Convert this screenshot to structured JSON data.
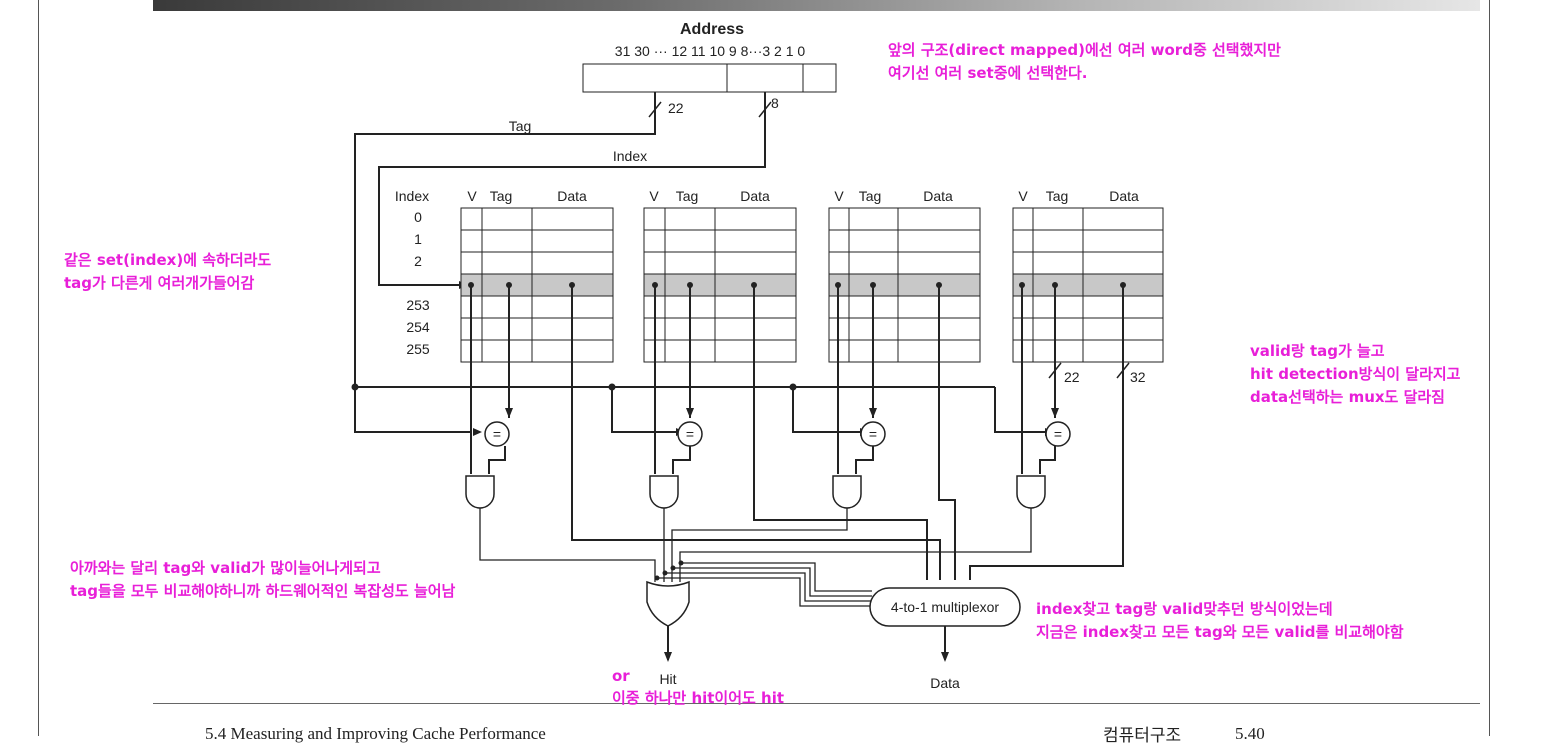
{
  "address": {
    "title": "Address",
    "bits": "31 30 ··· 12 11 10 9 8···3 2 1 0",
    "tag_width": "22",
    "index_width": "8"
  },
  "labels": {
    "tag": "Tag",
    "index": "Index",
    "col_index": "Index",
    "col_v": "V",
    "col_tag": "Tag",
    "col_data": "Data",
    "rows": [
      "0",
      "1",
      "2",
      "253",
      "254",
      "255"
    ],
    "equal": "=",
    "bus_tag": "22",
    "bus_data": "32",
    "mux": "4-to-1 multiplexor",
    "hit": "Hit",
    "data_out": "Data"
  },
  "notes": {
    "top_1": "앞의 구조(direct mapped)에선 여러 word중 선택했지만",
    "top_2": "여기선 여러 set중에 선택한다.",
    "left_1": "같은 set(index)에 속하더라도",
    "left_2": "tag가 다른게 여러개가들어감",
    "right_1": "valid랑 tag가 늘고",
    "right_2": "hit detection방식이 달라지고",
    "right_3": "data선택하는 mux도 달라짐",
    "bottom_left_1": "아까와는 달리 tag와 valid가 많이늘어나게되고",
    "bottom_left_2": "tag들을 모두 비교해야하니까 하드웨어적인 복잡성도 늘어남",
    "bottom_right_1": "index찾고 tag랑 valid맞추던 방식이었는데",
    "bottom_right_2": "지금은 index찾고 모든 tag와 모든 valid를 비교해야함",
    "or_1": "or",
    "or_2": "이중 하나만 hit이어도 hit"
  },
  "footer": {
    "left": "5.4 Measuring and Improving Cache Performance",
    "right": "컴퓨터구조",
    "page": "5.40"
  },
  "colors": {
    "annotation": "#e81fd8",
    "highlight_row": "#c8c8c8"
  }
}
